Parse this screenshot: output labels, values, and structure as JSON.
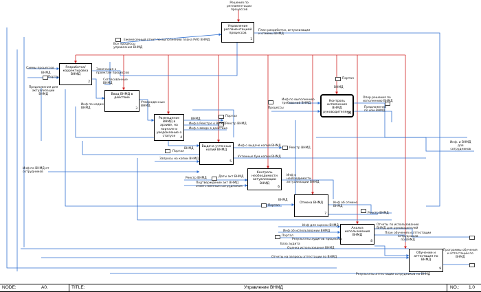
{
  "colors": {
    "arrow_blue": "#2f6fd0",
    "arrow_red": "#d02020",
    "box_border": "#000000"
  },
  "boxes": {
    "b1": {
      "title": "Управление регламентацией процессов",
      "num": "1"
    },
    "b2": {
      "title": "Разработка/ корректировка ВНМД",
      "num": "2"
    },
    "b3": {
      "title": "Ввод ВНМД в действие",
      "num": "3"
    },
    "b4": {
      "title": "Размещение ВНМД в архиве, на портале и уведомление о статусе",
      "num": "4"
    },
    "b5": {
      "title": "Выдача учтенных копий ВНМД",
      "num": "5"
    },
    "b6": {
      "title": "Контроль необходимости актуализации ВНМД",
      "num": "6"
    },
    "b7": {
      "title": "Отмена ВНМД",
      "num": "7"
    },
    "b8": {
      "title": "Анализ использования ВНМД",
      "num": "8"
    },
    "b9": {
      "title": "Обучение и аттестация по ВНМД",
      "num": "9"
    },
    "b10": {
      "title": "Контроль исполнения ВНМД руководителями",
      "num": "10"
    }
  },
  "labels": {
    "l01": "Решения по\nрегламентации\nпроцессов",
    "l02": "План разработки, актуализации\nи отмены ВНМД",
    "l03": "Ежемесячный отчет по выполнению плана РАО ВНМД",
    "l04": "Все процессы\nуправления ВНМД",
    "l05": "Схемы процессов",
    "l06": "Портал",
    "l07": "ВНМД",
    "l08": "Замечания к\nпроектам процессов",
    "l09": "Согласованные\nВНМД",
    "l10": "Предложения для\nактуализации\nВНМД",
    "l11": "Инф по кодам\nВНМД",
    "l12": "Утвержденные\nВНМД",
    "l13": "ВНМД",
    "l14": "Инф в Реестре о ВНМД",
    "l15": "Инф о вводе в действие",
    "l16": "Портал",
    "l17": "Реестр ВНМД",
    "l18": "Инф по выполнению\nтребований ВНМД",
    "l19": "Процессы",
    "l20": "Портал",
    "l21": "ВНМД",
    "l22": "Опер.решения по\nисполнению ВНМД",
    "l23": "Предложения\nпо изм.ВНМД",
    "l24": "Инф. и ВНМД\nдля\nсотрудников",
    "l25": "ВНМД",
    "l26": "Портал",
    "l27": "Инф о выдаче копий ВНМД",
    "l28": "Реестр ВНМД",
    "l29": "Запросы на копии ВНМД",
    "l30": "Учтенные бум.копии ВНМД",
    "l31": "Инф по ВНМД от\nсотрудников",
    "l32": "Реестр ВНМД",
    "l33": "Даты акт ВНМД",
    "l34": "Подтверждение акт ВНМД\nответственным сотрудником",
    "l35": "Инф о\nнеобходимости\nактуализации ВНМД",
    "l36": "Портал",
    "l37": "ВНМД",
    "l38": "Инф об отмене\nВНМД",
    "l39": "Реестр ВНМД",
    "l40": "Инф для оценки ВНМД",
    "l41": "Инф об использовании ВНМД",
    "l42": "Портал",
    "l43": "Результаты аудитов процессов",
    "l44": "База аудита",
    "l45": "Отчеты по использованию\nВНМД для руководителей",
    "l46": "План обучения и аттестации\nсотрудников\nпо ВНМД",
    "l47": "Оценка использования ВНМД",
    "l48": "Отчеты на запросы аттестации по ВНМД",
    "l49": "Программы обучения\nи аттестации по\nВНМД",
    "l50": "Результаты аттестации сотрудников по ВНМД"
  },
  "footer": {
    "node_label": "NODE:",
    "node_value": "A0.",
    "title_label": "TITLE:",
    "title_value": "Управление ВНМД",
    "no_label": "NO.:",
    "no_value": "1.0"
  }
}
